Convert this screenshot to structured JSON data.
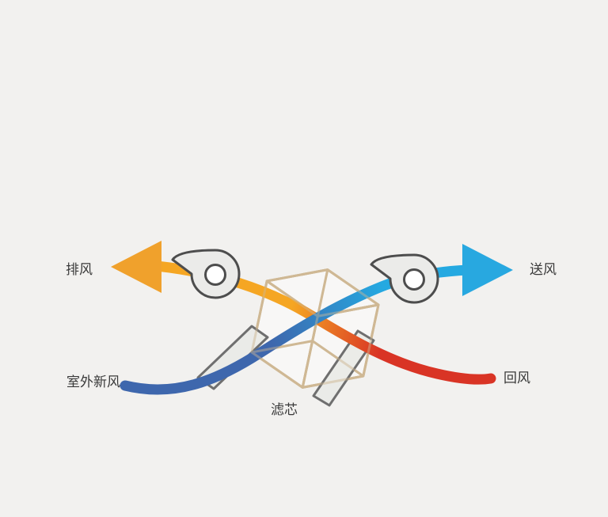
{
  "diagram": {
    "type": "ventilation-airflow-schematic",
    "labels": {
      "exhaust": "排风",
      "supply": "送风",
      "outdoor_fresh_air": "室外新风",
      "return_air": "回风",
      "filter": "滤芯"
    },
    "colors": {
      "background": "#f2f1ef",
      "flow_orange": "#f5a623",
      "flow_red": "#d93425",
      "flow_blue_dark": "#3e67ad",
      "flow_cyan": "#25a9e1",
      "arrow_exhaust": "#f0a12c",
      "arrow_supply": "#28a8e0",
      "cube_edge": "#cfb894",
      "cube_face": "#ffffff",
      "fan_fill": "#ebebe9",
      "fan_stroke": "#4d4d4d",
      "filter_fill": "#e9eae7",
      "filter_stroke": "#6f6f6f",
      "text": "#3a3a3a"
    }
  }
}
